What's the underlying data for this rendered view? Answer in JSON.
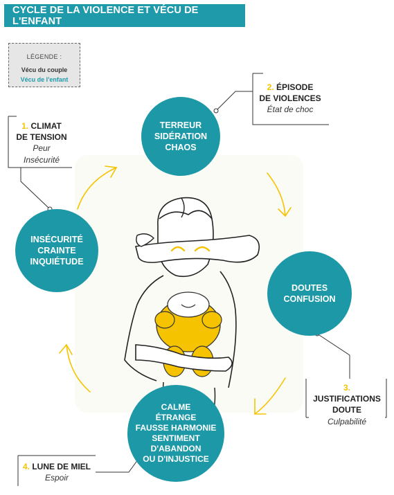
{
  "title": "CYCLE DE LA VIOLENCE ET VÉCU DE L'ENFANT",
  "legend": {
    "heading": "LÉGENDE :",
    "couple": "Vécu du couple",
    "child": "Vécu de l'enfant"
  },
  "colors": {
    "teal": "#1d98a7",
    "yellow": "#f5c300",
    "ink": "#222222"
  },
  "phases": [
    {
      "num": "1.",
      "title_1": "CLIMAT",
      "title_2": "DE TENSION",
      "sub_1": "Peur",
      "sub_2": "Insécurité"
    },
    {
      "num": "2.",
      "title_1": "ÉPISODE",
      "title_2": "DE VIOLENCES",
      "sub_1": "État de choc"
    },
    {
      "num": "3.",
      "title_1": "JUSTIFICATIONS",
      "title_2": "DOUTE",
      "sub_1": "Culpabilité"
    },
    {
      "num": "4.",
      "title_1": "LUNE DE MIEL",
      "sub_1": "Espoir"
    }
  ],
  "circles": {
    "terror": [
      "TERREUR",
      "SIDÉRATION",
      "CHAOS"
    ],
    "insecurity": [
      "INSÉCURITÉ",
      "CRAINTE",
      "INQUIÉTUDE"
    ],
    "doubts": [
      "DOUTES",
      "CONFUSION"
    ],
    "calm": [
      "CALME",
      "ÉTRANGE",
      "FAUSSE HARMONIE",
      "SENTIMENT",
      "D'ABANDON",
      "OU D'INJUSTICE"
    ]
  }
}
